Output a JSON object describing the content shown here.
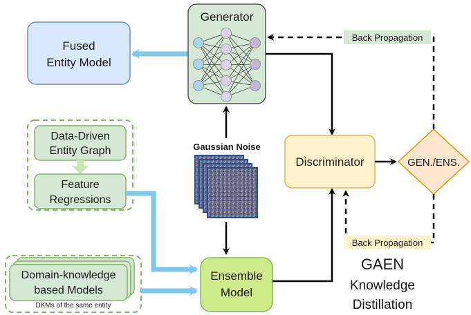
{
  "nodes": {
    "generator": "Generator",
    "fused_line1": "Fused",
    "fused_line2": "Entity Model",
    "graph_line1": "Data-Driven",
    "graph_line2": "Entity Graph",
    "feat_line1": "Feature",
    "feat_line2": "Regressions",
    "dkm_line1": "Domain-knowledge",
    "dkm_line2": "based Models",
    "dkm_caption": "DKMs of the same entity",
    "ensemble_line1": "Ensemble",
    "ensemble_line2": "Model",
    "discriminator": "Discriminator",
    "decision": "GEN./ENS.",
    "noise": "Gaussian Noise"
  },
  "labels": {
    "back_prop_top": "Back Propagation",
    "back_prop_bottom": "Back Propagation"
  },
  "title": {
    "line1": "GAEN",
    "line2": "Knowledge",
    "line3": "Distillation"
  },
  "colors": {
    "blue_box": "#dae8fc",
    "blue_stroke": "#6c8ebf",
    "green_box": "#d5e8d4",
    "green_stroke": "#82b366",
    "lime_box": "#cdeb8b",
    "yellow_box": "#fff2cc",
    "yellow_stroke": "#d6b656",
    "orange_box": "#ffe6cc",
    "orange_stroke": "#d79b00",
    "arrow_blue": "#7ec8ea"
  }
}
